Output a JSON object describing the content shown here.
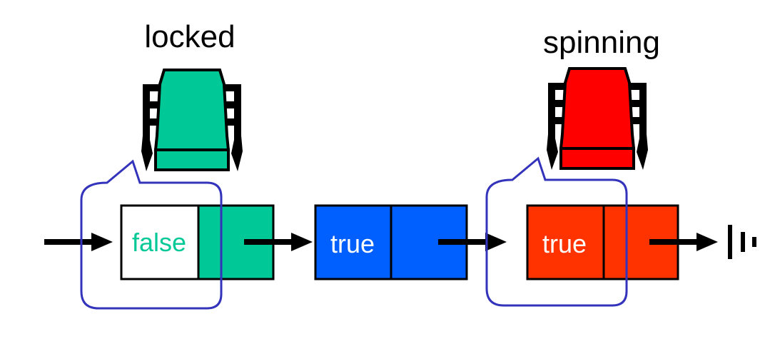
{
  "labels": {
    "locked": "locked",
    "spinning": "spinning"
  },
  "nodes": [
    {
      "value": "false",
      "value_color": "#00c896",
      "left_fill": "#ffffff",
      "right_fill": "#00c896"
    },
    {
      "value": "true",
      "value_color": "#ffffff",
      "left_fill": "#0060ff",
      "right_fill": "#0060ff"
    },
    {
      "value": "true",
      "value_color": "#ffffff",
      "left_fill": "#ff3300",
      "right_fill": "#ff3300"
    }
  ],
  "threads": {
    "locked_color": "#00c896",
    "spinning_color": "#ff0000"
  },
  "colors": {
    "bubble": "#3333bb",
    "arrow": "#000000"
  }
}
